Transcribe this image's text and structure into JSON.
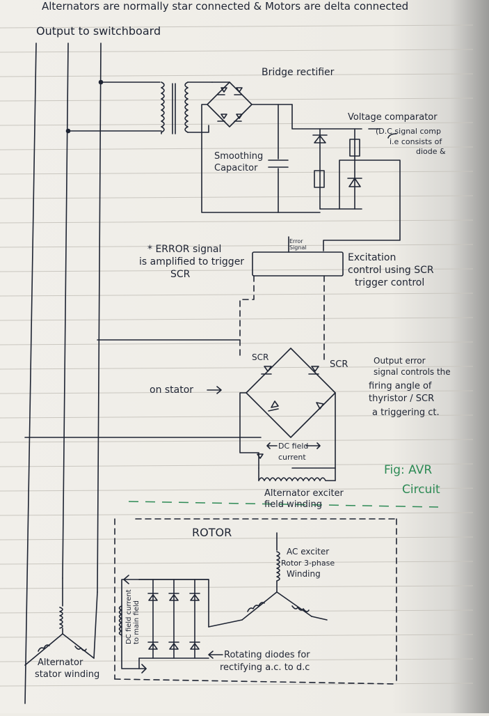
{
  "colors": {
    "ink": "#1e2433",
    "paper": "#eeece6",
    "green": "#2d8a55",
    "rule": "#c9c6bf"
  },
  "labels": {
    "top_note": "Alternators are normally star connected & Motors are delta connected",
    "output": "Output to switchboard",
    "bridge_rectifier": "Bridge rectifier",
    "voltage_comparator": "Voltage comparator",
    "dc_signal_1": "(D.C signal comp",
    "dc_signal_2": "i.e consists of",
    "dc_signal_3": "diode &",
    "smoothing_1": "Smoothing",
    "smoothing_2": "Capacitor",
    "error_small_1": "Error",
    "error_small_2": "Signal",
    "error_note_1": "* ERROR signal",
    "error_note_2": "is amplified to trigger",
    "error_note_3": "SCR",
    "excitation_1": "Excitation",
    "excitation_2": "control using SCR",
    "excitation_3": "trigger control",
    "scr_left": "SCR",
    "scr_right": "SCR",
    "output_error_1": "Output error",
    "output_error_2": "signal controls the",
    "output_error_3": "firing angle of",
    "output_error_4": "thyristor / SCR",
    "output_error_5": "a triggering ct.",
    "on_stator": "on stator",
    "dc_field_1": "DC field",
    "dc_field_2": "current",
    "fig_1": "Fig: AVR",
    "fig_2": "Circuit",
    "exciter_field_1": "Alternator exciter",
    "exciter_field_2": "field winding",
    "rotor": "ROTOR",
    "ac_exciter_1": "AC exciter",
    "ac_exciter_2": "Rotor 3-phase",
    "ac_exciter_3": "Winding",
    "dc_main_1": "DC field current",
    "dc_main_2": "to main field",
    "rotating_1": "Rotating diodes for",
    "rotating_2": "rectifying a.c. to d.c",
    "stator_1": "Alternator",
    "stator_2": "stator winding"
  }
}
